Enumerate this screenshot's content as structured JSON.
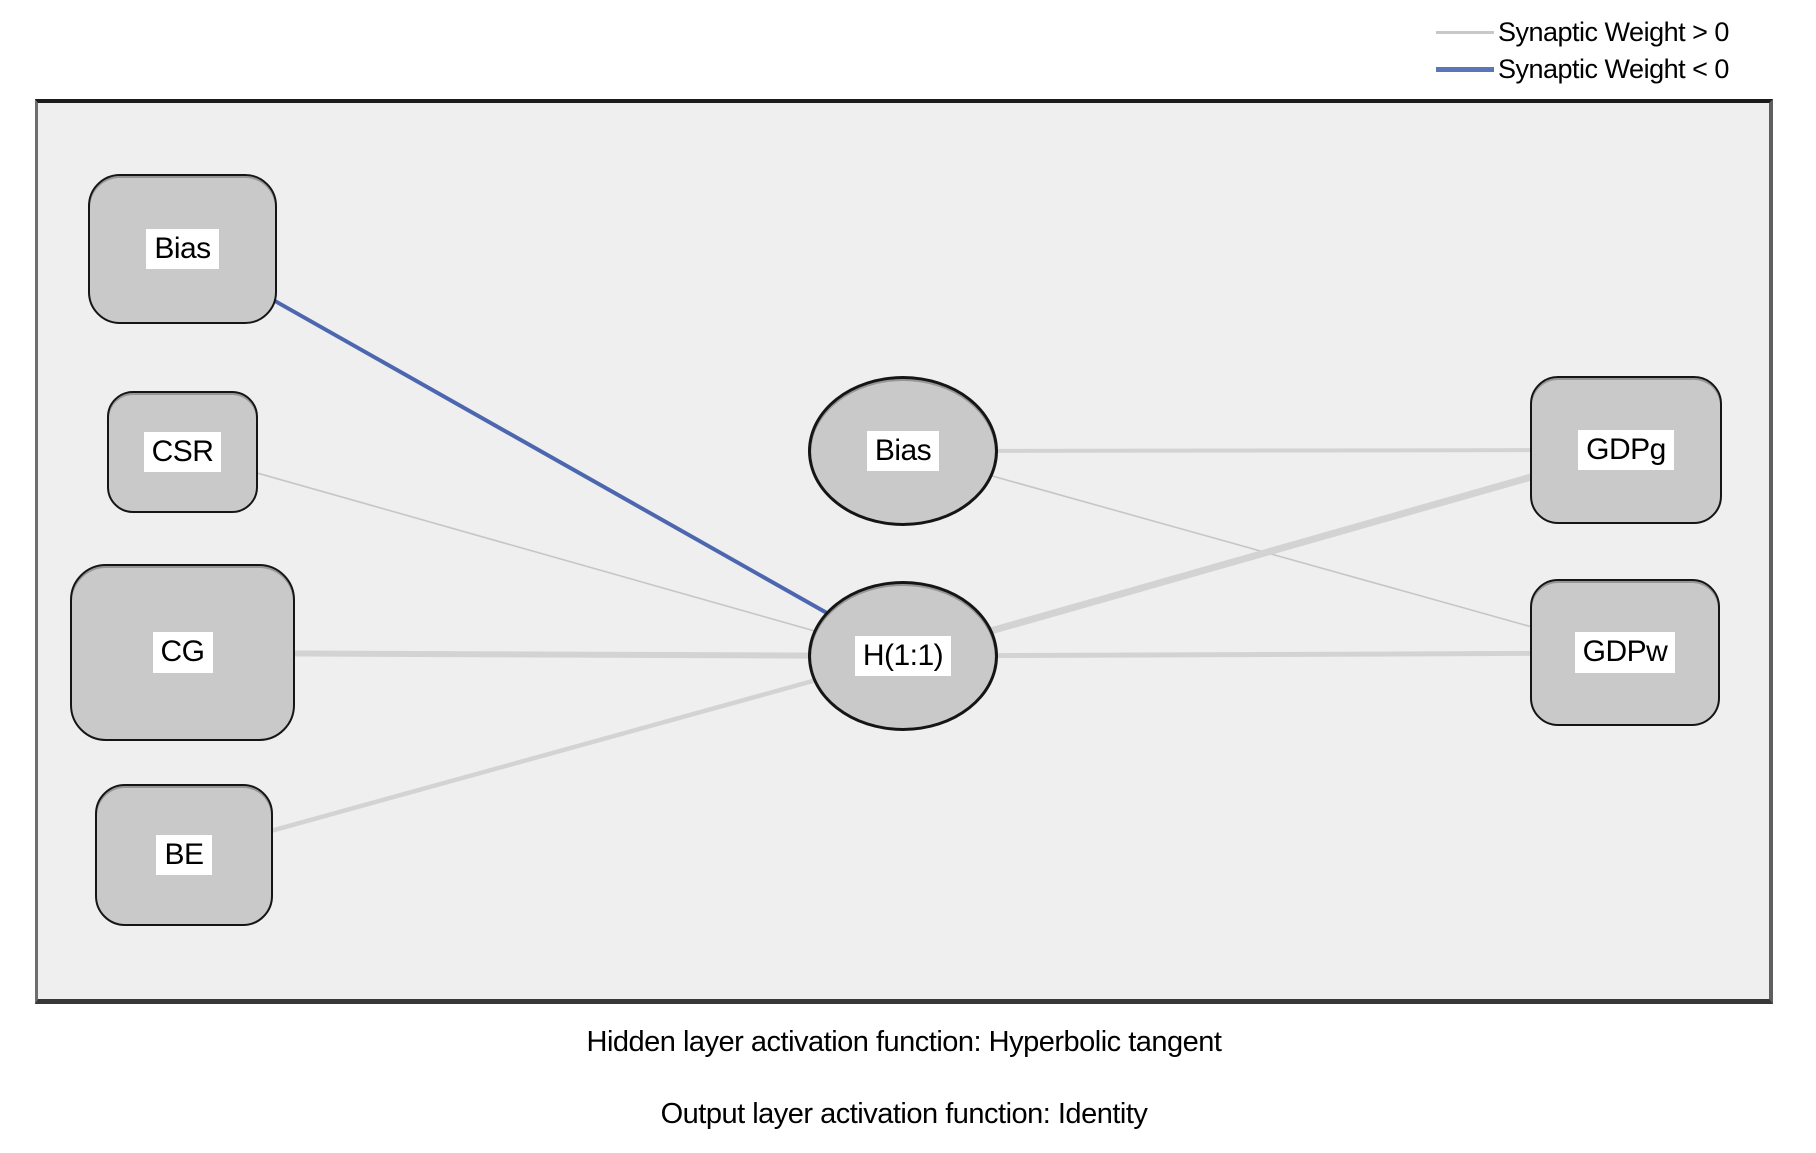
{
  "legend": {
    "items": [
      {
        "label": "Synaptic Weight > 0",
        "sign": "positive"
      },
      {
        "label": "Synaptic Weight < 0",
        "sign": "negative"
      }
    ]
  },
  "network": {
    "input_layer": {
      "nodes": [
        {
          "label": "Bias"
        },
        {
          "label": "CSR"
        },
        {
          "label": "CG"
        },
        {
          "label": "BE"
        }
      ]
    },
    "hidden_layer": {
      "nodes": [
        {
          "label": "Bias"
        },
        {
          "label": "H(1:1)"
        }
      ]
    },
    "output_layer": {
      "nodes": [
        {
          "label": "GDPg"
        },
        {
          "label": "GDPw"
        }
      ]
    },
    "edges": [
      {
        "from": "Bias (input)",
        "to": "H(1:1)",
        "weight_sign": "negative"
      },
      {
        "from": "CSR",
        "to": "H(1:1)",
        "weight_sign": "positive"
      },
      {
        "from": "CG",
        "to": "H(1:1)",
        "weight_sign": "positive"
      },
      {
        "from": "BE",
        "to": "H(1:1)",
        "weight_sign": "positive"
      },
      {
        "from": "Bias (hidden)",
        "to": "GDPg",
        "weight_sign": "positive"
      },
      {
        "from": "Bias (hidden)",
        "to": "GDPw",
        "weight_sign": "positive"
      },
      {
        "from": "H(1:1)",
        "to": "GDPg",
        "weight_sign": "positive"
      },
      {
        "from": "H(1:1)",
        "to": "GDPw",
        "weight_sign": "positive"
      }
    ]
  },
  "captions": {
    "hidden": "Hidden layer activation function: Hyperbolic tangent",
    "output": "Output layer activation function: Identity"
  },
  "colors": {
    "edge_positive": "#d3d3d3",
    "edge_positive_thin": "#c6c6c6",
    "edge_negative": "#4c67b0",
    "node_fill": "#c9c9c9",
    "frame_background": "#efefef"
  }
}
